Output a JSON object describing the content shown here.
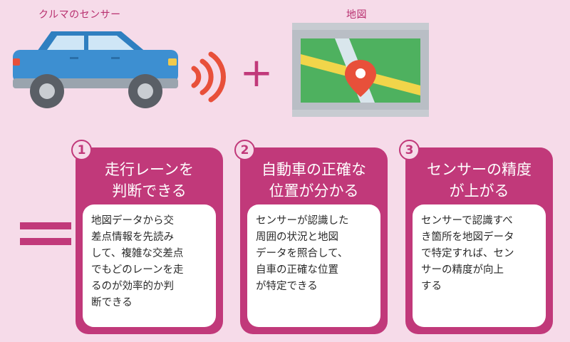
{
  "top": {
    "car_label": "クルマのセンサー",
    "map_label": "地図",
    "plus": "+",
    "equals": "="
  },
  "colors": {
    "background": "#f6dbe9",
    "accent": "#c1397a",
    "car_body": "#3d8fd1",
    "signal": "#e8503a"
  },
  "cards": [
    {
      "number": "1",
      "title": "走行レーンを\n判断できる",
      "body": "地図データから交\n差点情報を先読み\nして、複雑な交差点\nでもどのレーンを走\nるのが効率的か判\n断できる"
    },
    {
      "number": "2",
      "title": "自動車の正確な\n位置が分かる",
      "body": "センサーが認識した\n周囲の状況と地図\nデータを照合して、\n自車の正確な位置\nが特定できる"
    },
    {
      "number": "3",
      "title": "センサーの精度\nが上がる",
      "body": "センサーで認識すべ\nき箇所を地図データ\nで特定すれば、セン\nサーの精度が向上\nする"
    }
  ]
}
